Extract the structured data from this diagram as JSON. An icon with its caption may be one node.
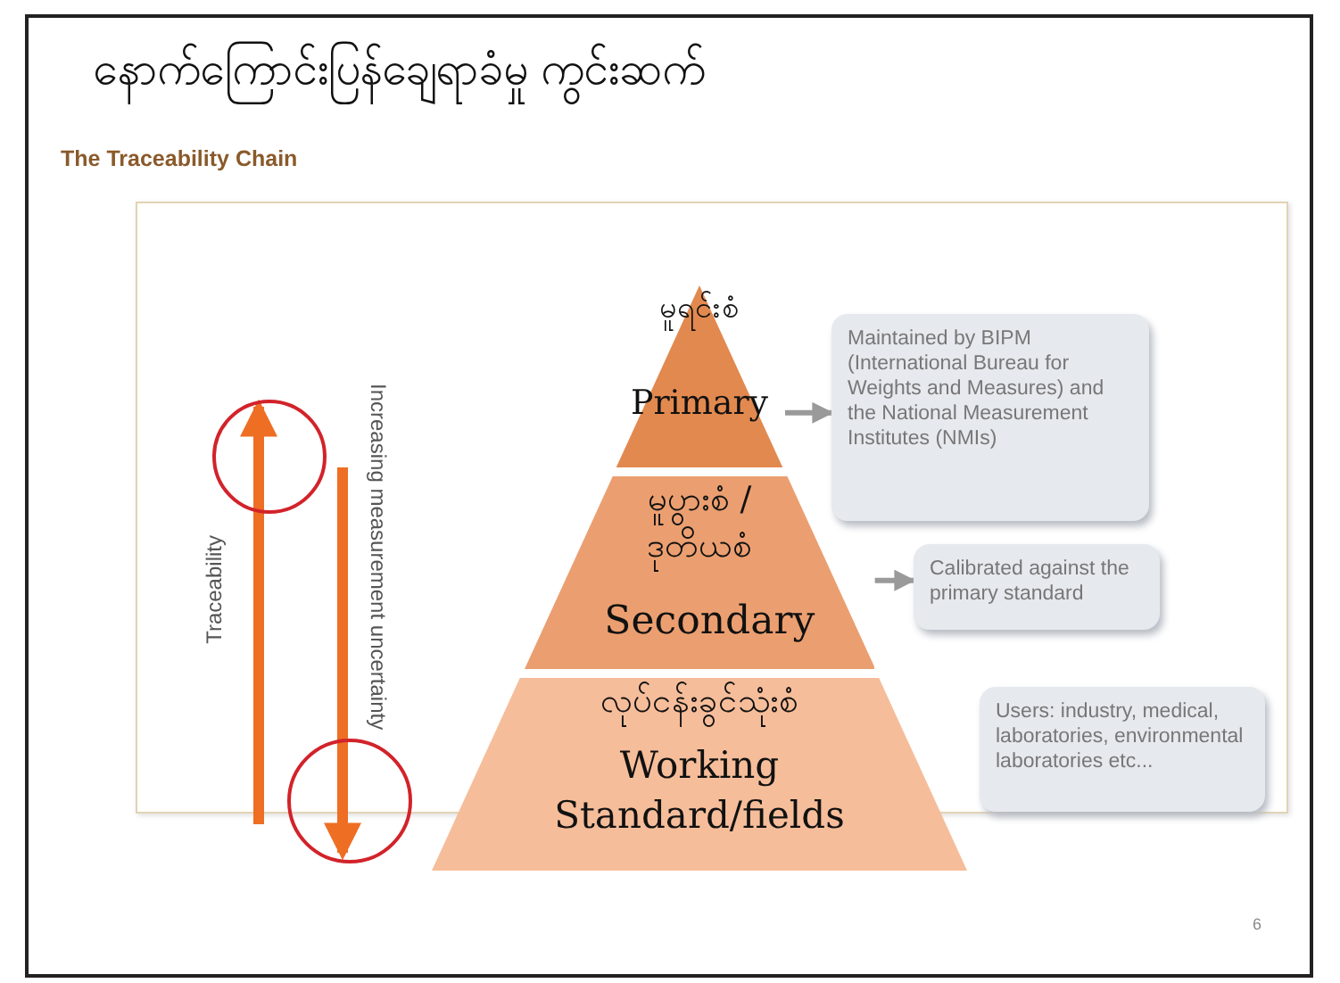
{
  "diagram": {
    "title": "နောက်ကြောင်းပြန်ချေရာခံမှု ကွင်းဆက်",
    "nodes": [
      {
        "text": [
          "မူရင်းစံ",
          "Primary"
        ]
      },
      {
        "text": [
          "Maintained by BIPM (International Bureau for Weights and Measures) and the National Measurement Institutes (NMIs)"
        ]
      },
      {
        "text": [
          "မူပွားစံ / ဒုတိယစံ",
          "Secondary"
        ]
      },
      {
        "text": [
          "Calibrated against the primary standard"
        ]
      },
      {
        "text": [
          "လုပ်ငန်းခွင်သုံးစံ",
          "Working Standard/fields"
        ]
      },
      {
        "text": [
          "Users: industry, medical, laboratories, environmental laboratories etc..."
        ]
      }
    ],
    "edges": [
      {
        "from": 0,
        "to": 1,
        "arrow": "to"
      },
      {
        "from": 2,
        "to": 3,
        "arrow": "to"
      }
    ],
    "labels": [
      "The Traceability Chain",
      "Traceability",
      "Increasing measurement uncertainty",
      "6"
    ]
  }
}
